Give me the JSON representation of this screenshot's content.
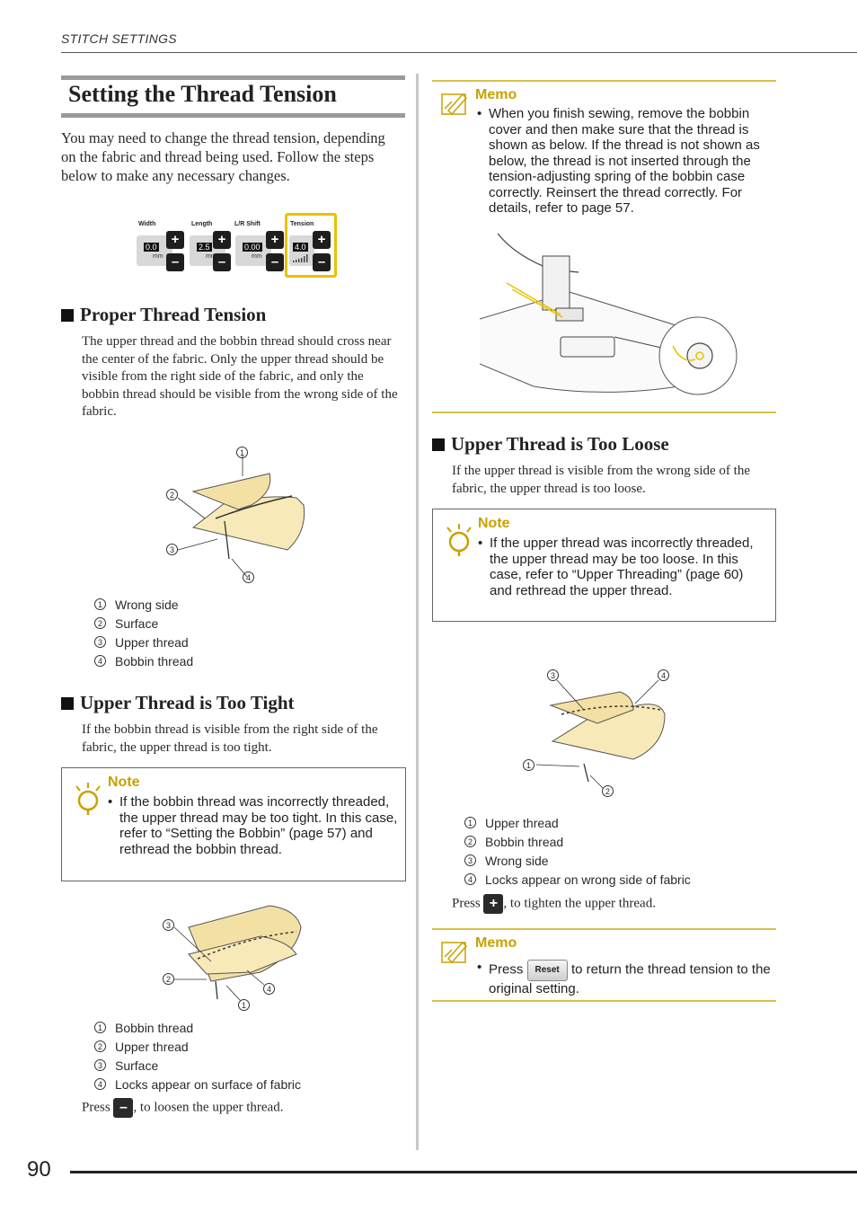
{
  "header": {
    "section": "STITCH SETTINGS"
  },
  "title": "Setting the Thread Tension",
  "intro": "You may need to change the thread tension, depending on the fabric and thread being used. Follow the steps below to make any necessary changes.",
  "control_panel": {
    "width_label": "Width",
    "width_value": "0.0",
    "width_unit": "mm",
    "length_label": "Length",
    "length_value": "2.5",
    "length_unit": "mm",
    "shift_label": "L/R Shift",
    "shift_value": "0.00",
    "shift_unit": "mm",
    "tension_label": "Tension",
    "tension_value": "4.0",
    "plus": "+",
    "minus": "–"
  },
  "proper": {
    "heading": "Proper Thread Tension",
    "text": "The upper thread and the bobbin thread should cross near the center of the fabric. Only the upper thread should be visible from the right side of the fabric, and only the bobbin thread should be visible from the wrong side of the fabric.",
    "callouts": [
      "1",
      "2",
      "3",
      "4"
    ],
    "legend": [
      "Wrong side",
      "Surface",
      "Upper thread",
      "Bobbin thread"
    ]
  },
  "tight": {
    "heading": "Upper Thread is Too Tight",
    "text": "If the bobbin thread is visible from the right side of the fabric, the upper thread is too tight.",
    "note_title": "Note",
    "note_text": "If the bobbin thread was incorrectly threaded, the upper thread may be too tight. In this case, refer to “Setting the Bobbin” (page 57) and rethread the bobbin thread.",
    "callouts": [
      "3",
      "2",
      "4",
      "1"
    ],
    "legend": [
      "Bobbin thread",
      "Upper thread",
      "Surface",
      "Locks appear on surface of fabric"
    ],
    "press_before": "Press",
    "press_after": ", to loosen the upper thread.",
    "button": "–"
  },
  "memo1": {
    "title": "Memo",
    "text": "When you finish sewing, remove the bobbin cover and then make sure that the thread is shown as below. If the thread is not shown as below, the thread is not inserted through the tension-adjusting spring of the bobbin case correctly. Reinsert the thread correctly. For details, refer to page 57."
  },
  "loose": {
    "heading": "Upper Thread is Too Loose",
    "text": "If the upper thread is visible from the wrong side of the fabric, the upper thread is too loose.",
    "note_title": "Note",
    "note_text": "If the upper thread was incorrectly threaded, the upper thread may be too loose. In this case, refer to “Upper Threading” (page 60) and rethread the upper thread.",
    "callouts": [
      "3",
      "4",
      "1",
      "2"
    ],
    "legend": [
      "Upper thread",
      "Bobbin thread",
      "Wrong side",
      "Locks appear on wrong side of fabric"
    ],
    "press_before": "Press",
    "press_after": ", to tighten the upper thread.",
    "button": "+"
  },
  "memo2": {
    "title": "Memo",
    "press_before": "Press",
    "button": "Reset",
    "press_after": "to return the thread tension to the original setting."
  },
  "page_number": "90",
  "colors": {
    "accent": "#c9a100",
    "highlight": "#e8c200",
    "fabric": "#f1dc9c"
  },
  "icons": [
    "memo-pencil-icon",
    "note-lightbulb-icon"
  ]
}
